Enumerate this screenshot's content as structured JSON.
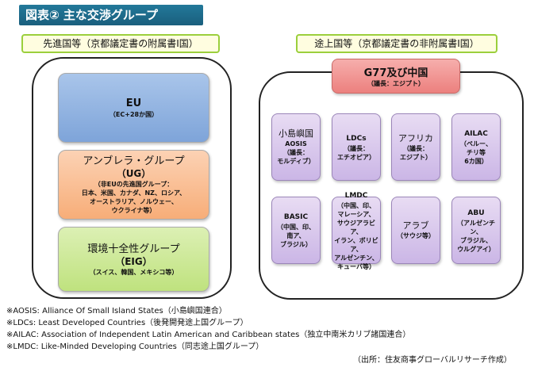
{
  "title": "図表② 主な交渉グループ",
  "developed": {
    "header": "先進国等（京都議定書の附属書Ⅰ国）",
    "eu": {
      "name": "EU",
      "detail": "（EC+28か国）"
    },
    "umbrella": {
      "name": "アンブレラ・グループ",
      "code": "（UG）",
      "detail_lines": [
        "（非EUの先進国グループ：",
        "日本、米国、カナダ、NZ、ロシア、",
        "オーストラリア、ノルウェー、",
        "ウクライナ等）"
      ]
    },
    "eig": {
      "name": "環境十全性グループ",
      "code": "（EIG）",
      "detail": "（スイス、韓国、メキシコ等）"
    }
  },
  "developing": {
    "header": "途上国等（京都議定書の非附属書Ⅰ国）",
    "g77": {
      "name": "G77及び中国",
      "detail": "（議長：エジプト）"
    },
    "groups": [
      {
        "name": "小島嶼国",
        "code": "AOSIS",
        "lines": [
          "（議長：",
          "モルディブ）"
        ]
      },
      {
        "name": "LDCs",
        "code": "",
        "lines": [
          "（議長：",
          "エチオピア）"
        ]
      },
      {
        "name": "アフリカ",
        "code": "",
        "lines": [
          "（議長：",
          "エジプト）"
        ]
      },
      {
        "name": "AILAC",
        "code": "",
        "lines": [
          "（ペルー、",
          "チリ等",
          "6カ国）"
        ]
      },
      {
        "name": "BASIC",
        "code": "",
        "lines": [
          "（中国、印、",
          "南ア、",
          "ブラジル）"
        ]
      },
      {
        "name": "LMDC",
        "code": "",
        "lines": [
          "（中国、印、",
          "マレーシア、",
          "サウジアラビア、",
          "イラン、ボリビア、",
          "アルゼンチン、",
          "キューバ等）"
        ]
      },
      {
        "name": "アラブ",
        "code": "",
        "lines": [
          "（サウジ等）"
        ]
      },
      {
        "name": "ABU",
        "code": "",
        "lines": [
          "（アルゼンチン、",
          "ブラジル、",
          "ウルグアイ）"
        ]
      }
    ]
  },
  "notes": [
    "※AOSIS: Alliance Of Small Island States（小島嶼国連合）",
    "※LDCs: Least Developed Countries（後発開発途上国グループ）",
    "※AILAC: Association of Independent Latin American and Caribbean states（独立中南米カリブ諸国連合）",
    "※LMDC: Like-Minded Developing Countries（同志途上国グループ）"
  ],
  "source": "（出所：住友商事グローバルリサーチ作成）"
}
